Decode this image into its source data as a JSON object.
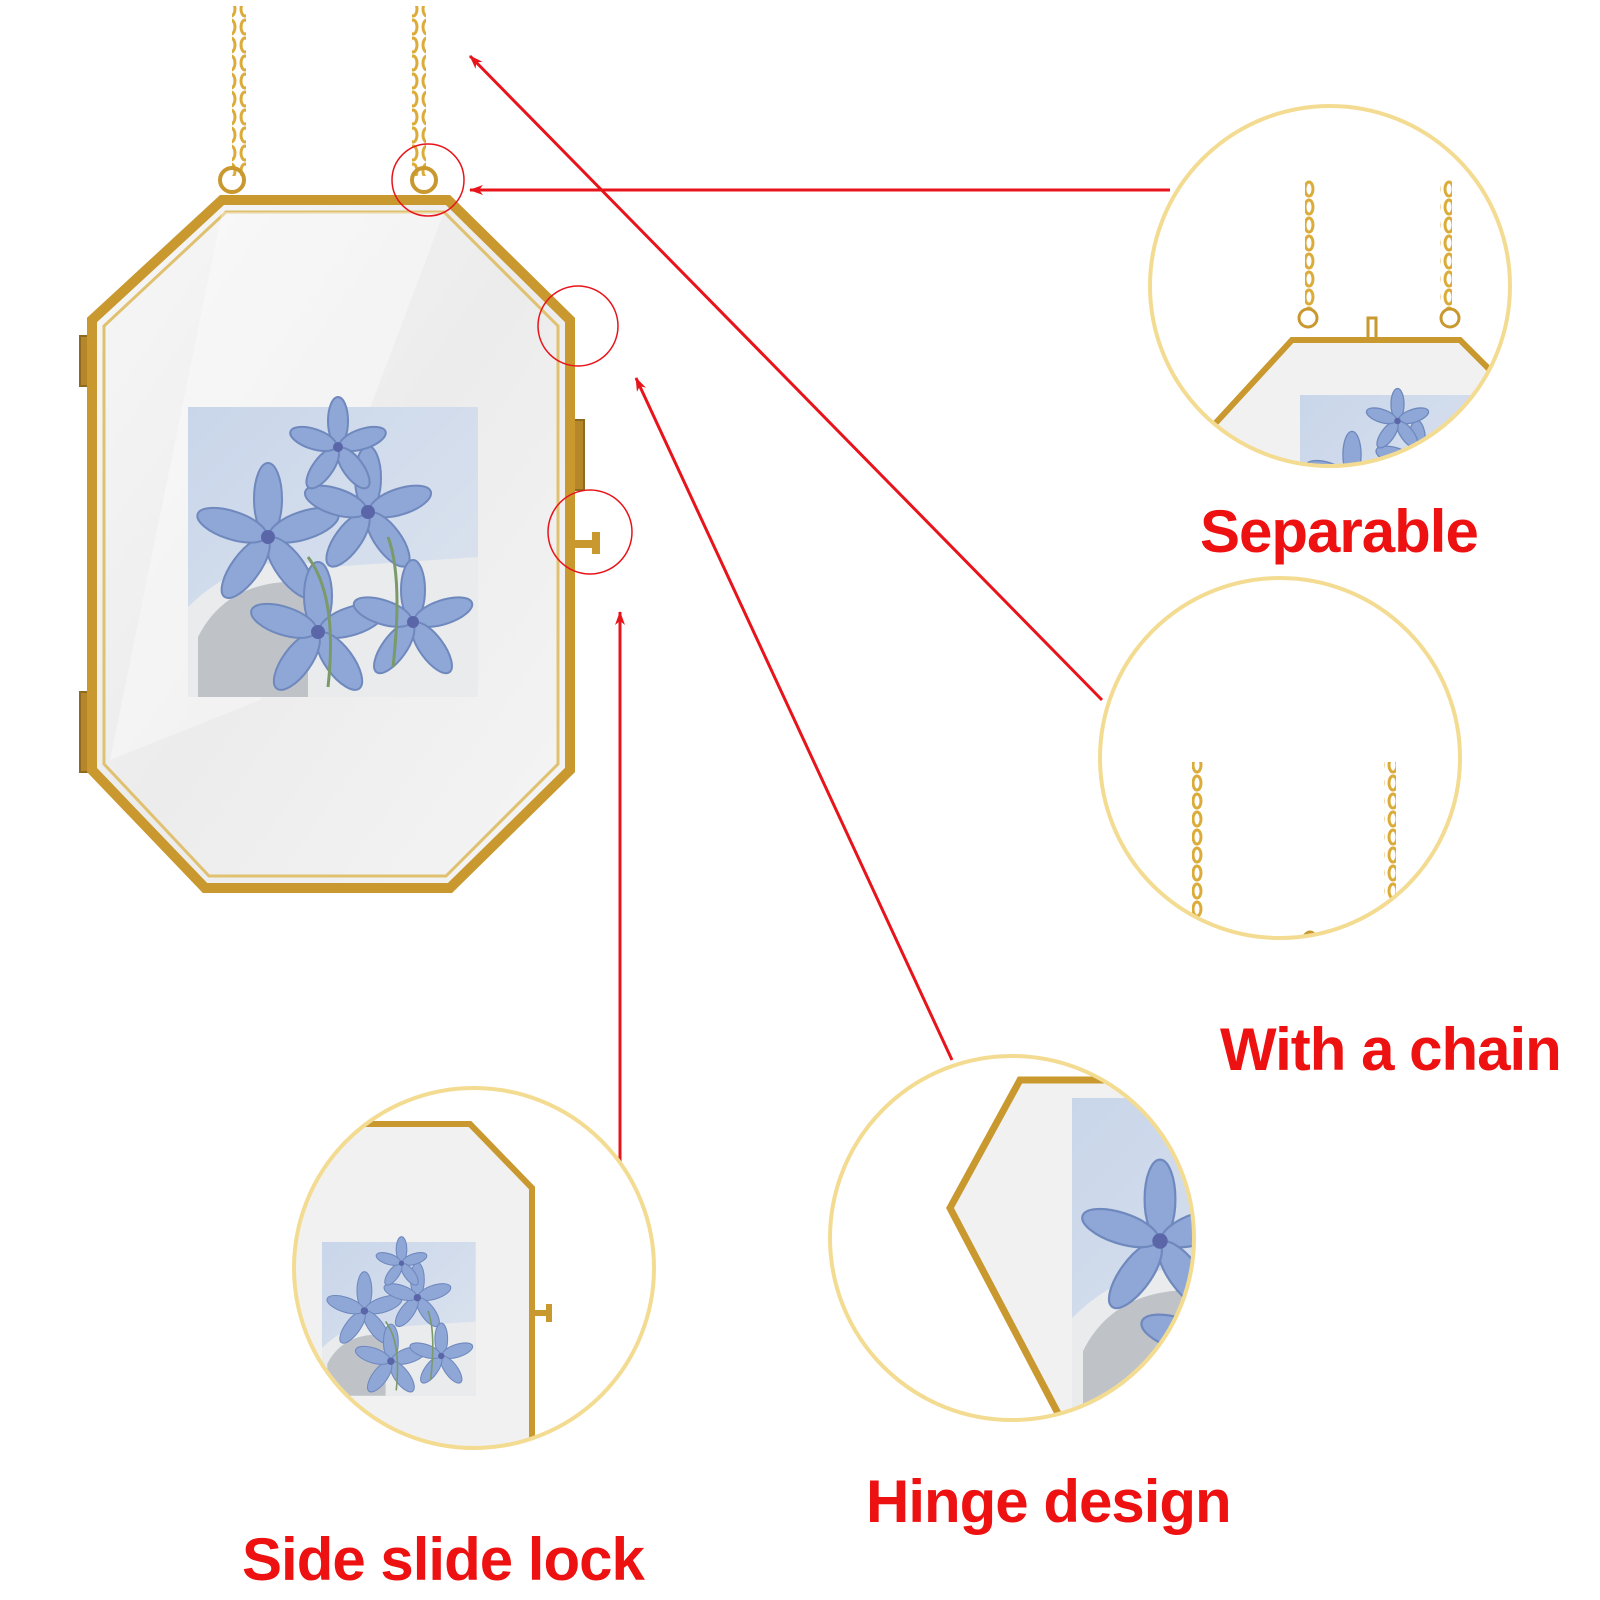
{
  "product": {
    "name": "Hanging brass octagon glass photo frame with chain",
    "photo_subject": "blue star flowers"
  },
  "features": [
    {
      "id": "separable",
      "label": "Separable"
    },
    {
      "id": "chain",
      "label": "With a chain"
    },
    {
      "id": "hinge",
      "label": "Hinge design"
    },
    {
      "id": "lock",
      "label": "Side slide lock"
    }
  ],
  "colors": {
    "label_text": "#ee1111",
    "callout_arrow": "#e8141b",
    "callout_circle": "#f3dc92",
    "frame_brass": "#c9982e",
    "chain_gold": "#dcac3a",
    "glass": "#f1f1f1",
    "photo_blue": "#8ea7d6"
  }
}
